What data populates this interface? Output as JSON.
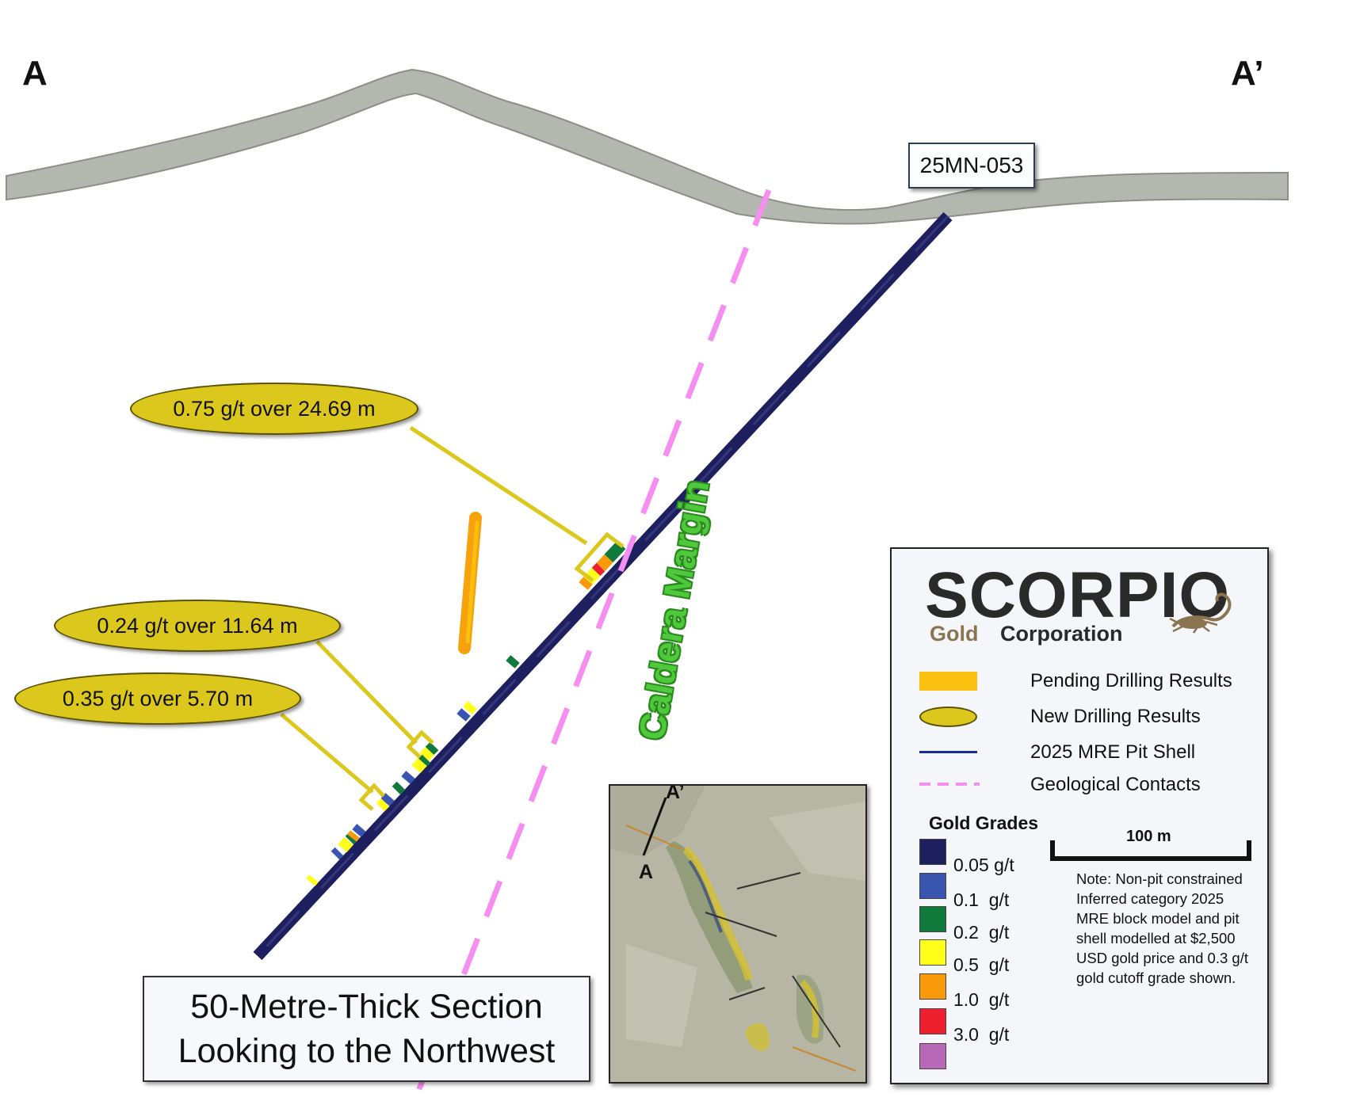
{
  "section": {
    "left_end_label": "A",
    "right_end_label": "A’",
    "hole_label": "25MN-053",
    "results": [
      "0.75 g/t over 24.69 m",
      "0.24 g/t over 11.64 m",
      "0.35 g/t over 5.70 m"
    ],
    "contact_label": "Caldera Margin",
    "title_line1": "50-Metre-Thick Section",
    "title_line2": "Looking to the Northwest"
  },
  "inset_map": {
    "label_a": "A",
    "label_a_prime": "A’"
  },
  "legend": {
    "logo_main": "SCORPIO",
    "logo_gold": "Gold",
    "logo_corp": "Corporation",
    "items": [
      {
        "label": "Pending Drilling Results",
        "color": "#fbbf10"
      },
      {
        "label": "New Drilling Results",
        "color": "#dcc81c"
      },
      {
        "label": "2025 MRE Pit Shell",
        "color": "#1a2b9c"
      },
      {
        "label": "Geological Contacts",
        "color": "#f58ef0"
      }
    ],
    "grades_title": "Gold Grades",
    "grades": [
      {
        "label": "0.05 g/t",
        "color": "#1d1f5e"
      },
      {
        "label": "0.1  g/t",
        "color": "#3a55b0"
      },
      {
        "label": "0.2  g/t",
        "color": "#0f7a3c"
      },
      {
        "label": "0.5  g/t",
        "color": "#ffff1a"
      },
      {
        "label": "1.0  g/t",
        "color": "#f99a0a"
      },
      {
        "label": "3.0  g/t",
        "color": "#ee2030"
      },
      {
        "label": "",
        "color": "#b86ab8"
      }
    ],
    "scale_label": "100 m",
    "note": "Note: Non-pit constrained Inferred category 2025 MRE block model and pit shell modelled at $2,500 USD gold price and 0.3 g/t gold cutoff grade shown."
  }
}
